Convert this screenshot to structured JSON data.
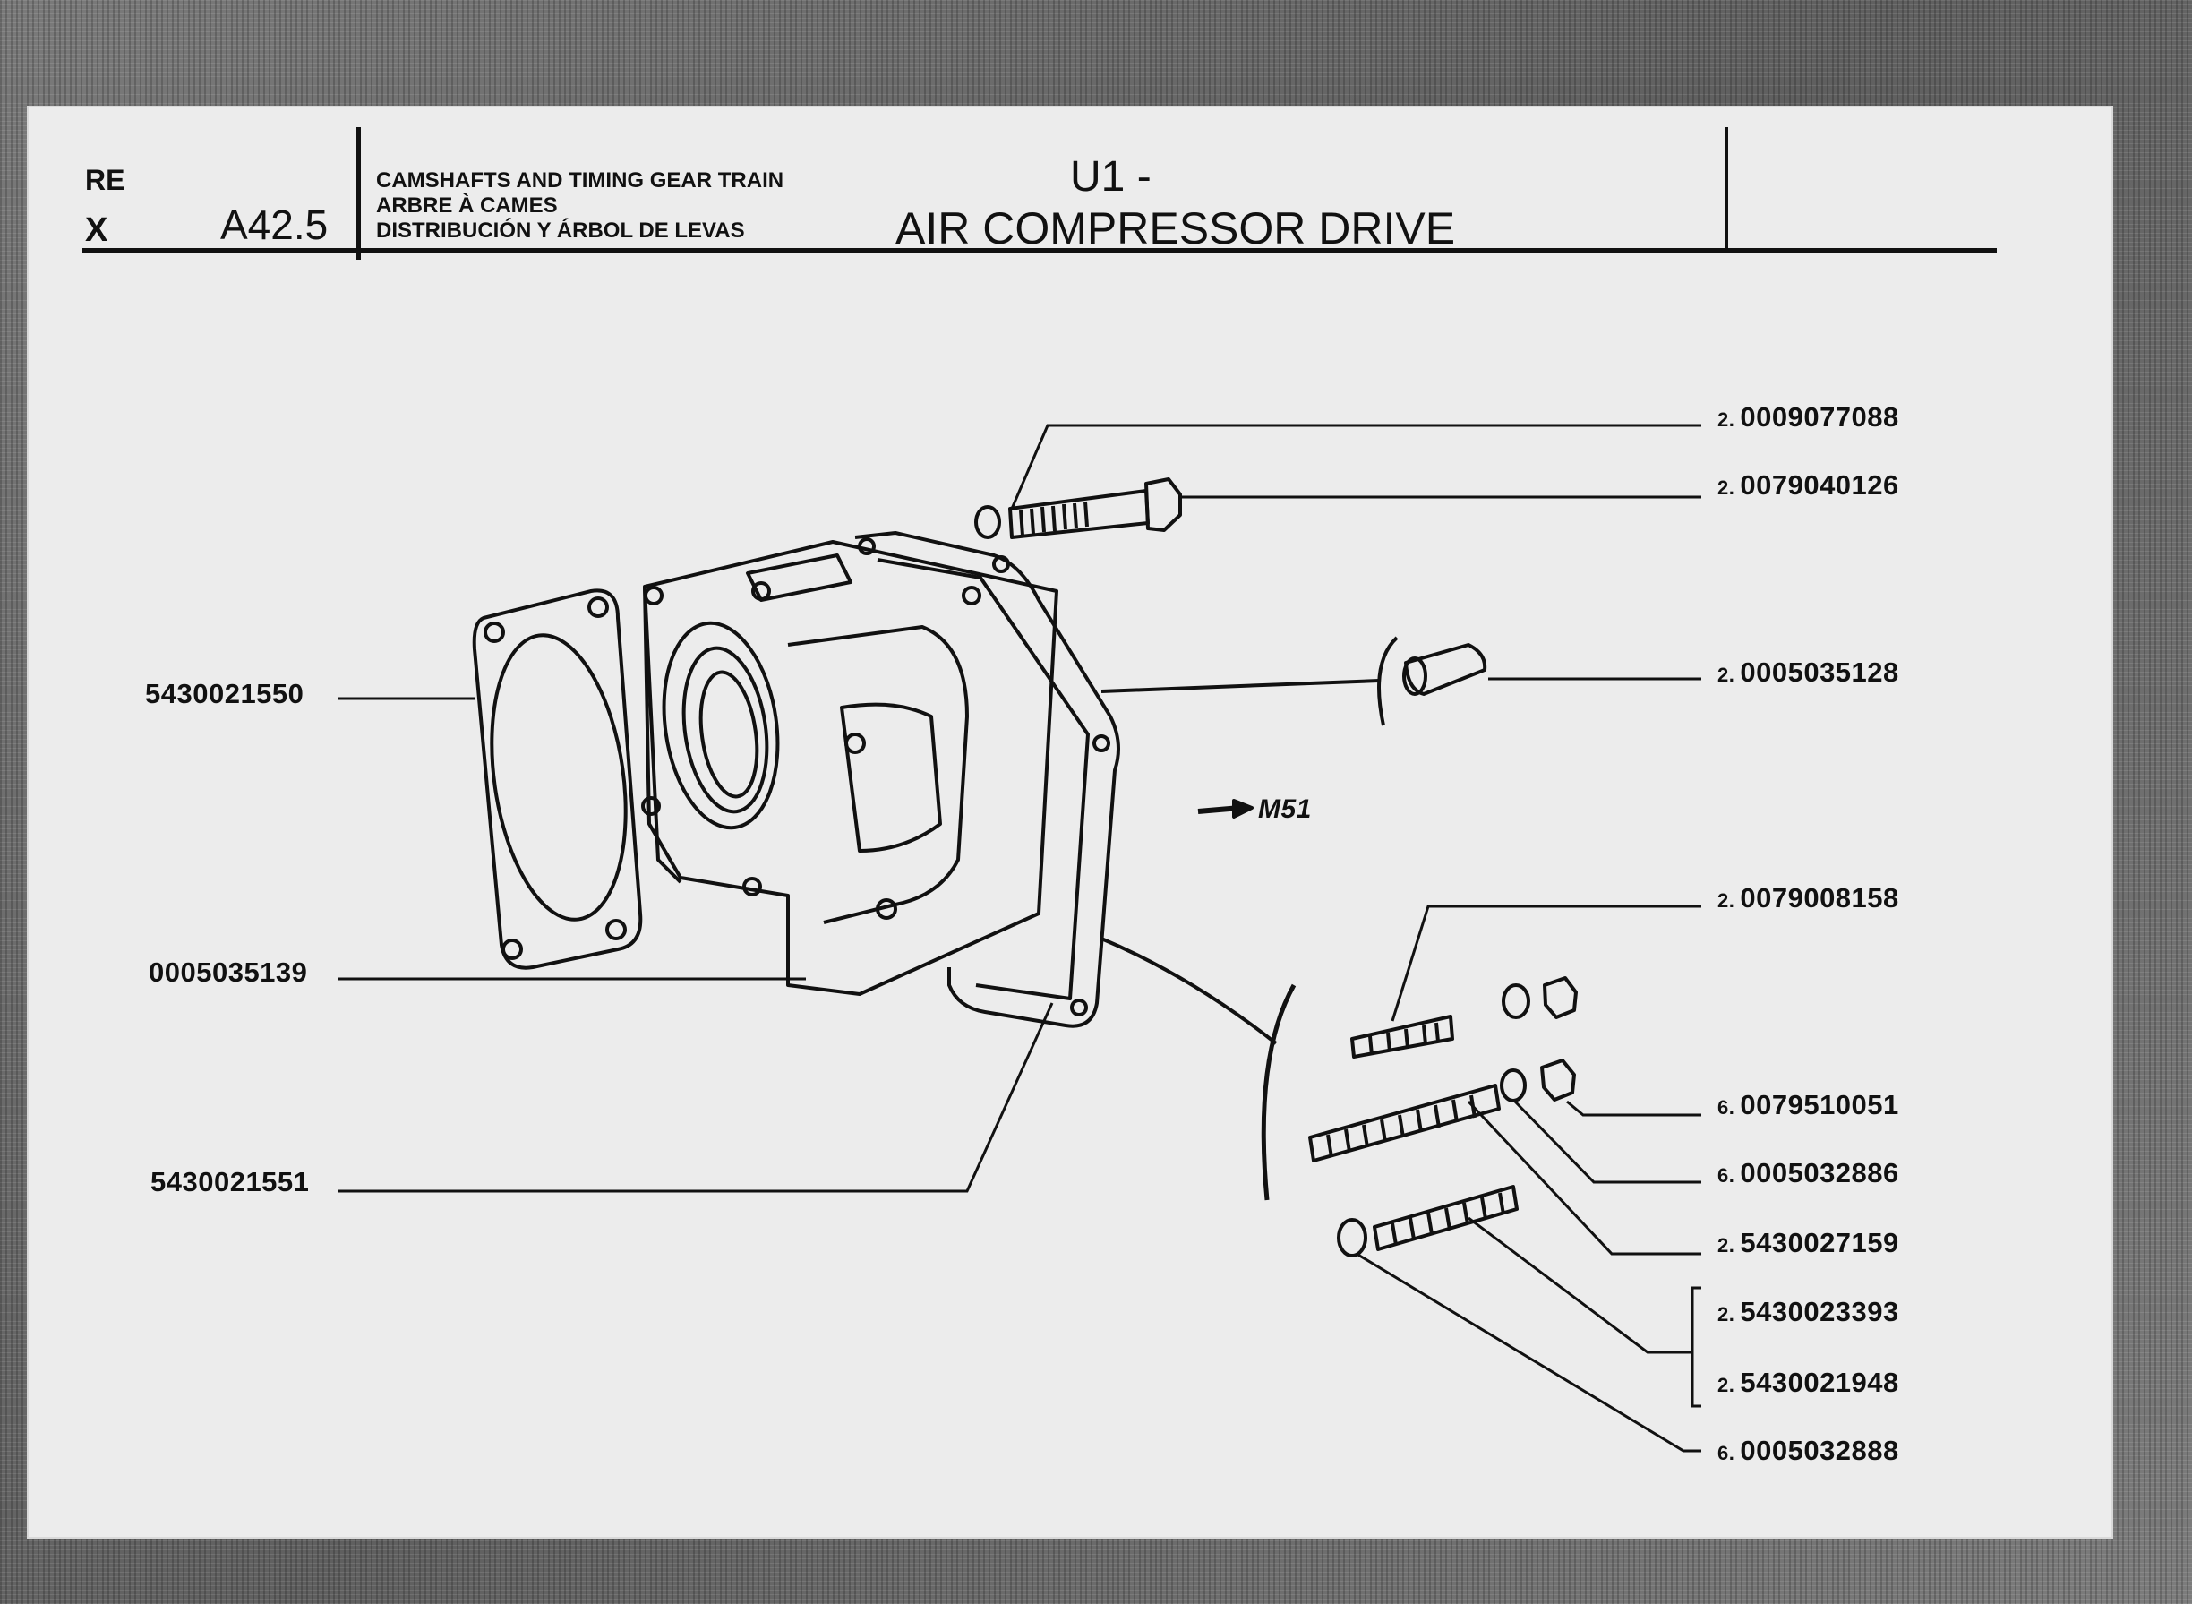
{
  "header": {
    "code_top": "RE",
    "code_bottom": "X",
    "section": "A42.5",
    "group_en": "CAMSHAFTS AND TIMING GEAR TRAIN",
    "group_fr": "ARBRE À CAMES",
    "group_es": "DISTRIBUCIÓN Y ÁRBOL DE LEVAS",
    "model": "U1 -",
    "title": "AIR COMPRESSOR DRIVE"
  },
  "reference_arrow": "M51",
  "parts_left": [
    {
      "part": "5430021550"
    },
    {
      "part": "0005035139"
    },
    {
      "part": "5430021551"
    }
  ],
  "parts_right": [
    {
      "qty": "2.",
      "part": "0009077088"
    },
    {
      "qty": "2.",
      "part": "0079040126"
    },
    {
      "qty": "2.",
      "part": "0005035128"
    },
    {
      "qty": "2.",
      "part": "0079008158"
    },
    {
      "qty": "6.",
      "part": "0079510051"
    },
    {
      "qty": "6.",
      "part": "0005032886"
    },
    {
      "qty": "2.",
      "part": "5430027159"
    },
    {
      "qty": "2.",
      "part": "5430023393"
    },
    {
      "qty": "2.",
      "part": "5430021948"
    },
    {
      "qty": "6.",
      "part": "0005032888"
    }
  ]
}
